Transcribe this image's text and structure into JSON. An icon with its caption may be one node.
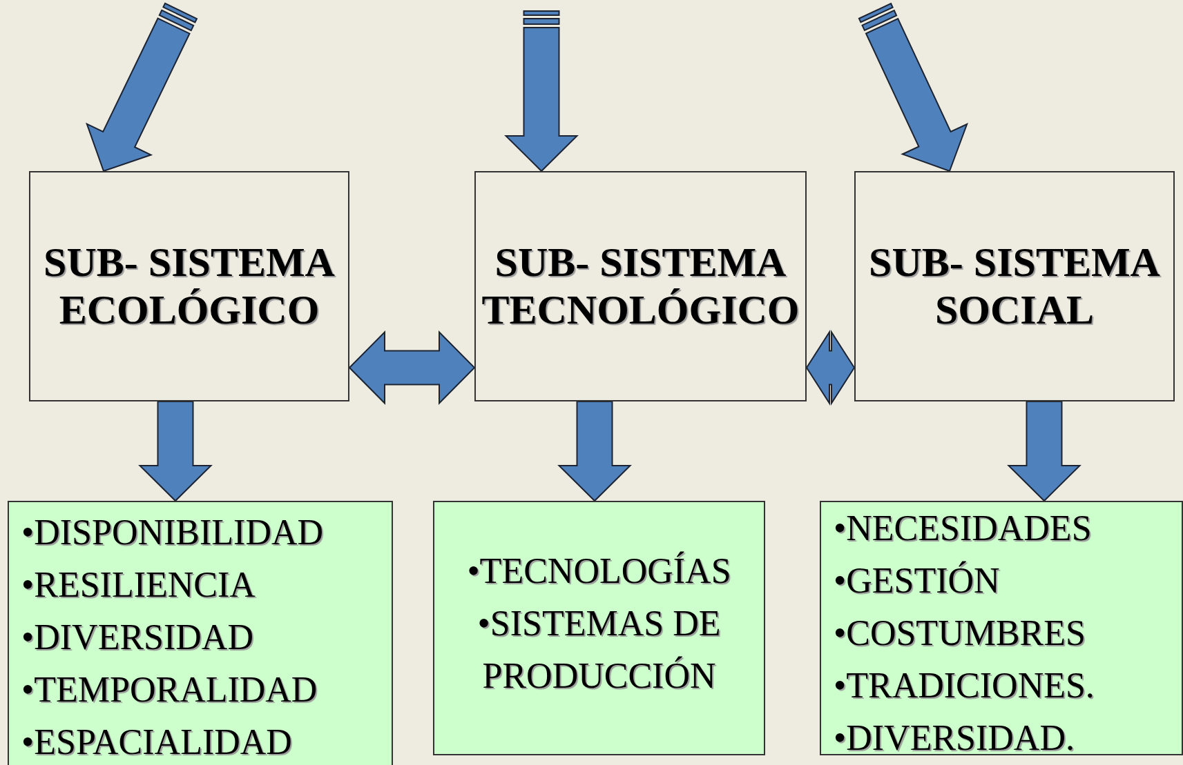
{
  "diagram": {
    "nodes": [
      {
        "text": [
          "SUB- SISTEMA ECOLÓGICO"
        ]
      },
      {
        "text": [
          "SUB- SISTEMA TECNOLÓGICO"
        ]
      },
      {
        "text": [
          "SUB- SISTEMA SOCIAL"
        ]
      },
      {
        "text": [
          "•DISPONIBILIDAD",
          "•RESILIENCIA",
          "•DIVERSIDAD",
          "•TEMPORALIDAD",
          "•ESPACIALIDAD"
        ]
      },
      {
        "text": [
          "•TECNOLOGÍAS",
          "•SISTEMAS DE PRODUCCIÓN"
        ]
      },
      {
        "text": [
          "•NECESIDADES",
          "•GESTIÓN",
          "•COSTUMBRES",
          "•TRADICIONES.",
          "•DIVERSIDAD."
        ]
      }
    ],
    "edges": [
      {
        "from": null,
        "to": 0,
        "arrow": "to"
      },
      {
        "from": null,
        "to": 1,
        "arrow": "to"
      },
      {
        "from": null,
        "to": 2,
        "arrow": "to"
      },
      {
        "from": 0,
        "to": 1,
        "arrow": "both"
      },
      {
        "from": 1,
        "to": 2,
        "arrow": "both"
      },
      {
        "from": 0,
        "to": 3,
        "arrow": "to"
      },
      {
        "from": 1,
        "to": 4,
        "arrow": "to"
      },
      {
        "from": 2,
        "to": 5,
        "arrow": "to"
      }
    ]
  }
}
